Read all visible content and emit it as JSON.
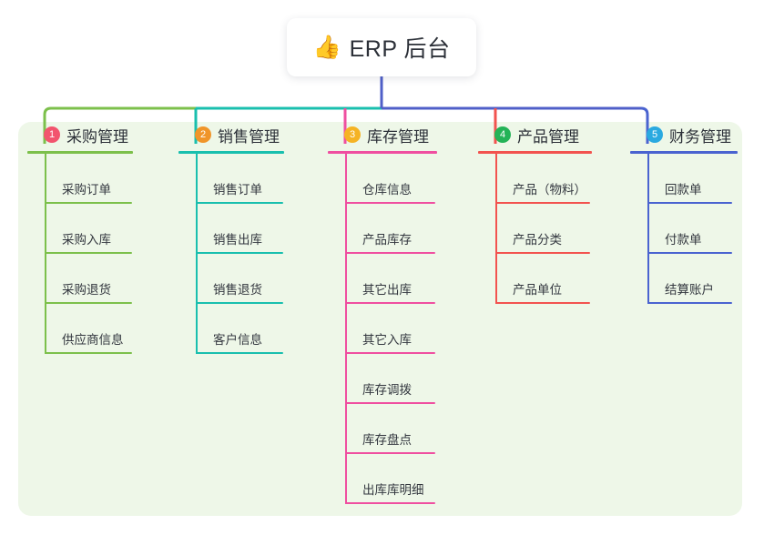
{
  "diagram": {
    "title": "ERP 后台",
    "type": "mindmap",
    "root": {
      "icon": "thumbs-up-emoji",
      "emoji": "👍",
      "label": "ERP 后台"
    },
    "panel_color": "#eef7e8",
    "branches": [
      {
        "number": "1",
        "label": "采购管理",
        "badge_color": "#f2546e",
        "line_color": "#7cc04b",
        "connector_color": "#7cc04b",
        "items": [
          {
            "label": "采购订单"
          },
          {
            "label": "采购入库"
          },
          {
            "label": "采购退货"
          },
          {
            "label": "供应商信息"
          }
        ]
      },
      {
        "number": "2",
        "label": "销售管理",
        "badge_color": "#f0952a",
        "line_color": "#19bfae",
        "connector_color": "#19bfae",
        "items": [
          {
            "label": "销售订单"
          },
          {
            "label": "销售出库"
          },
          {
            "label": "销售退货"
          },
          {
            "label": "客户信息"
          }
        ]
      },
      {
        "number": "3",
        "label": "库存管理",
        "badge_color": "#f5b324",
        "line_color": "#ef4fa0",
        "connector_color": "#ef4fa0",
        "items": [
          {
            "label": "仓库信息"
          },
          {
            "label": "产品库存"
          },
          {
            "label": "其它出库"
          },
          {
            "label": "其它入库"
          },
          {
            "label": "库存调拨"
          },
          {
            "label": "库存盘点"
          },
          {
            "label": "出库库明细"
          }
        ]
      },
      {
        "number": "4",
        "label": "产品管理",
        "badge_color": "#24b357",
        "line_color": "#f2534f",
        "connector_color": "#f2534f",
        "items": [
          {
            "label": "产品（物料）"
          },
          {
            "label": "产品分类"
          },
          {
            "label": "产品单位"
          }
        ]
      },
      {
        "number": "5",
        "label": "财务管理",
        "badge_color": "#2aa9e0",
        "line_color": "#4a63d0",
        "connector_color": "#4a63d0",
        "items": [
          {
            "label": "回款单"
          },
          {
            "label": "付款单"
          },
          {
            "label": "结算账户"
          }
        ]
      }
    ],
    "bus": {
      "stem_color": "#4f5fc8",
      "segments": [
        {
          "color": "#7cc04b"
        },
        {
          "color": "#19bfae"
        },
        {
          "color": "#4f5fc8"
        },
        {
          "color": "#4f5fc8"
        },
        {
          "color": "#4f5fc8"
        }
      ]
    }
  }
}
